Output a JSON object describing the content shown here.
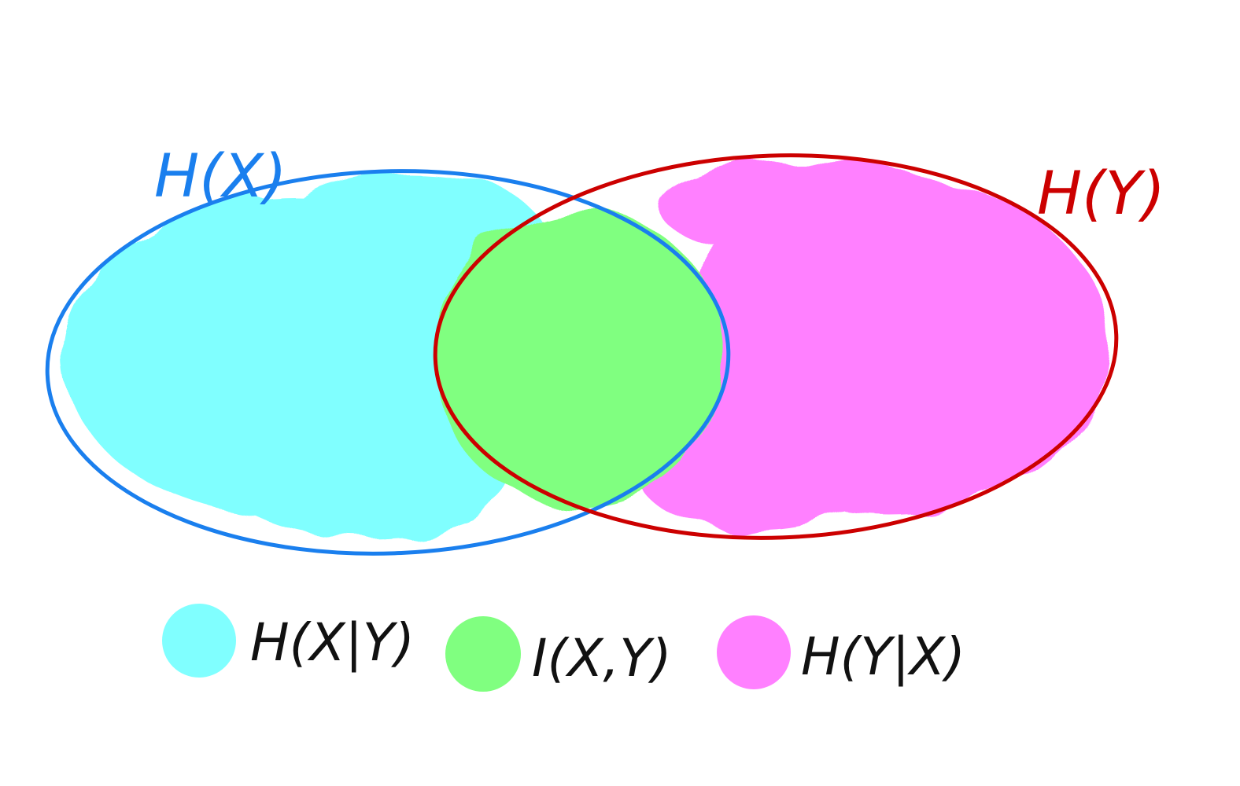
{
  "colors": {
    "background": "#ffffff",
    "set_x_outline": "#1a7fee",
    "set_y_outline": "#cc0000",
    "overlap_outline": "#5a0e0e",
    "h_x_given_y": "#80ffff",
    "i_x_y": "#80ff80",
    "h_y_given_x": "#ff80ff",
    "legend_text": "#111111"
  },
  "sets": {
    "x": {
      "label": "H(X)"
    },
    "y": {
      "label": "H(Y)"
    }
  },
  "legend": [
    {
      "id": "h-x-given-y",
      "label": "H(X|Y)",
      "color_key": "h_x_given_y"
    },
    {
      "id": "i-x-y",
      "label": "I(X,Y)",
      "color_key": "i_x_y"
    },
    {
      "id": "h-y-given-x",
      "label": "H(Y|X)",
      "color_key": "h_y_given_x"
    }
  ]
}
